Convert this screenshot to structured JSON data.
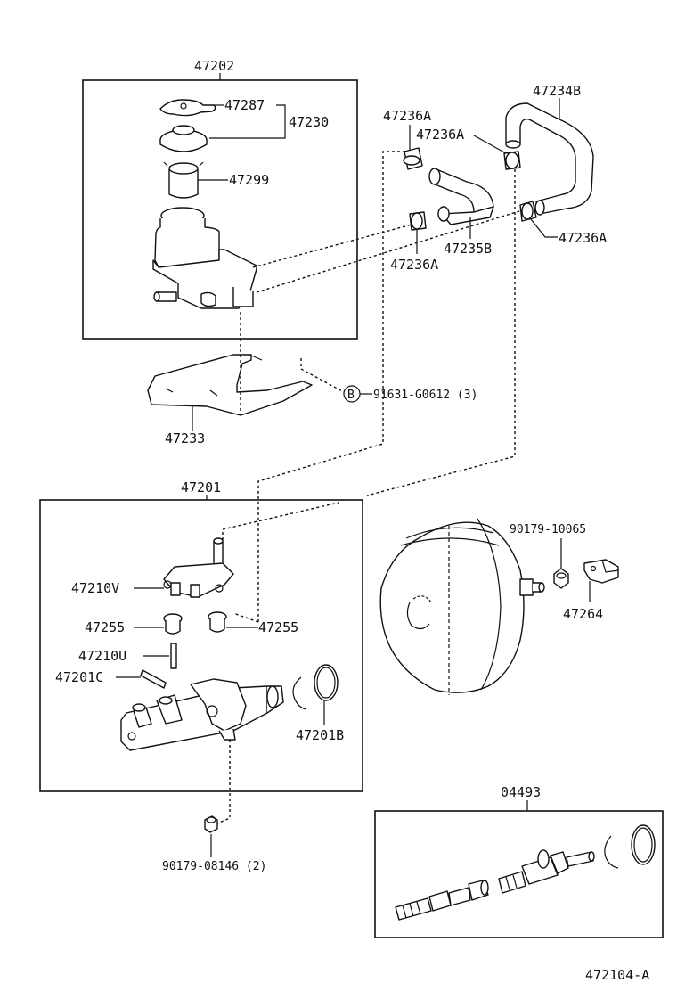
{
  "labels": {
    "l47202": "47202",
    "l47287": "47287",
    "l47230": "47230",
    "l47299": "47299",
    "l47233": "47233",
    "l91631": "91631-G0612 (3)",
    "bolt_b": "B",
    "l47236A_1": "47236A",
    "l47236A_2": "47236A",
    "l47236A_3": "47236A",
    "l47236A_4": "47236A",
    "l47234B": "47234B",
    "l47235B": "47235B",
    "l47201": "47201",
    "l47210V": "47210V",
    "l47255_1": "47255",
    "l47255_2": "47255",
    "l47210U": "47210U",
    "l47201C": "47201C",
    "l47201B": "47201B",
    "l90179_10065": "90179-10065",
    "l47264": "47264",
    "l90179_08146": "90179-08146 (2)",
    "l04493": "04493",
    "l472104A": "472104-A"
  }
}
